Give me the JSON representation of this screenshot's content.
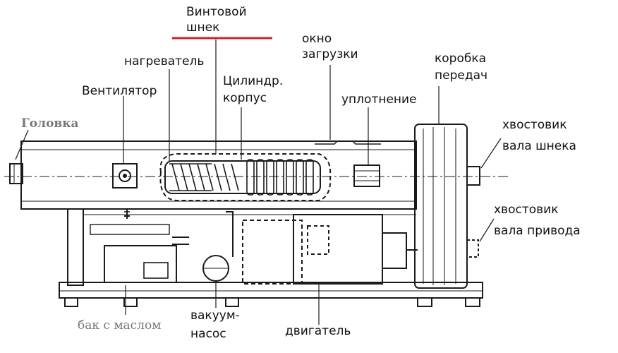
{
  "labels": {
    "screw_line1": "Винтовой",
    "screw_line2": "шнек",
    "heater": "нагреватель",
    "window_line1": "окно",
    "window_line2": "загрузки",
    "gearbox_line1": "коробка",
    "gearbox_line2": "передач",
    "fan": "Вентилятор",
    "cylinder_line1": "Цилиндр.",
    "cylinder_line2": "корпус",
    "seal": "уплотнение",
    "head": "Головка",
    "screw_shank_line1": "хвостовик",
    "screw_shank_line2": "вала шнека",
    "drive_shank_line1": "хвостовик",
    "drive_shank_line2": "вала привода",
    "oil_tank": "бак с маслом",
    "vacuum_line1": "вакуум-",
    "vacuum_line2": "насос",
    "motor": "двигатель"
  },
  "colors": {
    "accent_underline": "#d0202a",
    "line": "#1a1a1a",
    "serif_label": "#777777"
  }
}
